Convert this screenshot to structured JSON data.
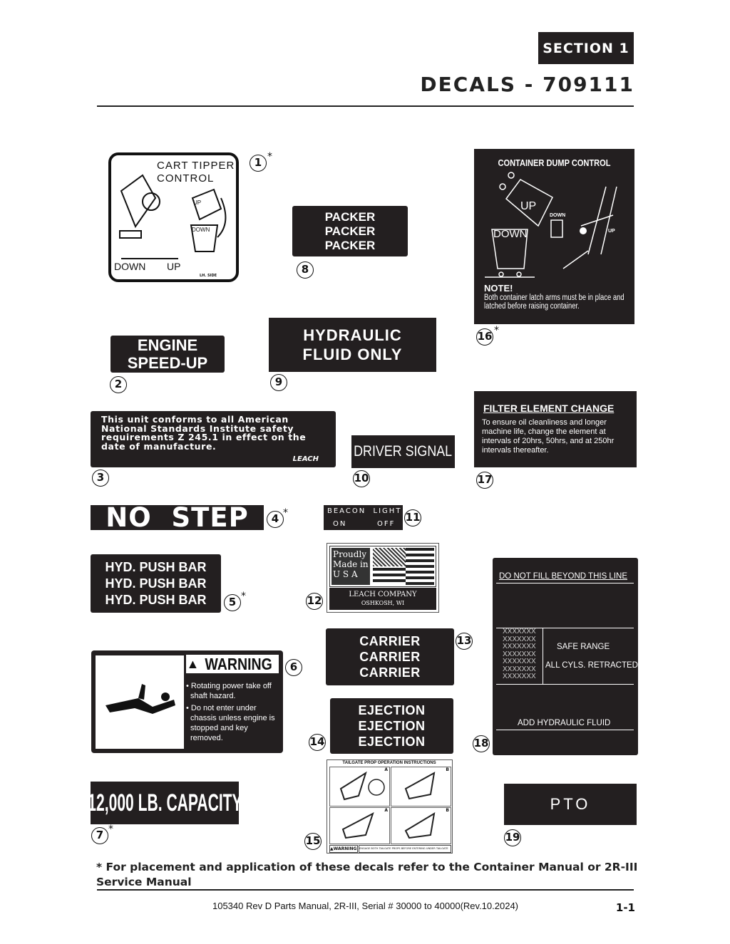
{
  "header": {
    "section": "SECTION 1",
    "title": "DECALS - 709111"
  },
  "decals": {
    "d1": {
      "num": "1",
      "title1": "CART TIPPER",
      "title2": "CONTROL",
      "up_small": "UP",
      "down_small": "DOWN",
      "down": "DOWN",
      "up": "UP",
      "mark": "LH. SIDE"
    },
    "d2": {
      "num": "2",
      "l1": "ENGINE",
      "l2": "SPEED-UP"
    },
    "d3": {
      "num": "3",
      "text": "This unit conforms to all American National Standards Institute safety requirements Z 245.1 in effect on the date of manufacture.",
      "logo": "LEACH"
    },
    "d4": {
      "num": "4",
      "text": "NO  STEP"
    },
    "d5": {
      "num": "5",
      "l1": "HYD. PUSH BAR",
      "l2": "HYD. PUSH BAR",
      "l3": "HYD. PUSH BAR"
    },
    "d6": {
      "num": "6",
      "heading": "WARNING",
      "b1": "Rotating power take off shaft hazard.",
      "b2": "Do not enter under chassis unless engine is stopped and key removed."
    },
    "d7": {
      "num": "7",
      "text": "12,000 LB. CAPACITY"
    },
    "d8": {
      "num": "8",
      "l1": "PACKER",
      "l2": "PACKER",
      "l3": "PACKER"
    },
    "d9": {
      "num": "9",
      "l1": "HYDRAULIC",
      "l2": "FLUID ONLY"
    },
    "d10": {
      "num": "10",
      "text": "DRIVER SIGNAL"
    },
    "d11": {
      "num": "11",
      "title": "BEACON  LIGHT",
      "on": "ON",
      "off": "OFF"
    },
    "d12": {
      "num": "12",
      "proud": "Proudly Made in U S A",
      "company": "LEACH COMPANY",
      "city": "OSHKOSH, WI"
    },
    "d13": {
      "num": "13",
      "l1": "CARRIER",
      "l2": "CARRIER",
      "l3": "CARRIER"
    },
    "d14": {
      "num": "14",
      "l1": "EJECTION",
      "l2": "EJECTION",
      "l3": "EJECTION"
    },
    "d15": {
      "num": "15",
      "title": "TAILGATE PROP OPERATION INSTRUCTIONS",
      "warning": "WARNING",
      "msg": "ENGAGE BOTH TAILGATE PROPS BEFORE ENTERING UNDER TAILGATE",
      "labels": [
        "A",
        "B",
        "A",
        "B"
      ]
    },
    "d16": {
      "num": "16",
      "title": "CONTAINER DUMP CONTROL",
      "up": "UP",
      "down": "DOWN",
      "down_small": "DOWN",
      "up_small": "UP",
      "note": "NOTE!",
      "note_text": "Both container latch arms must be in place and latched before raising container."
    },
    "d17": {
      "num": "17",
      "title": "FILTER ELEMENT CHANGE",
      "text": "To ensure oil cleanliness and longer machine life, change the element at intervals of 20hrs, 50hrs, and at 250hr intervals thereafter."
    },
    "d18": {
      "num": "18",
      "top": "DO NOT FILL BEYOND THIS LINE",
      "safe": "SAFE RANGE",
      "cyls": "ALL CYLS. RETRACTED",
      "add": "ADD HYDRAULIC FLUID",
      "hatch": "XXXXXXX"
    },
    "d19": {
      "num": "19",
      "text": "PTO"
    }
  },
  "footnote": "* For placement and application of these decals refer to the Container Manual or 2R-III Service Manual",
  "footer": {
    "doc": "105340 Rev D Parts Manual, 2R-III, Serial # 30000 to 40000(Rev.10.2024)",
    "page": "1-1"
  },
  "star": "*"
}
